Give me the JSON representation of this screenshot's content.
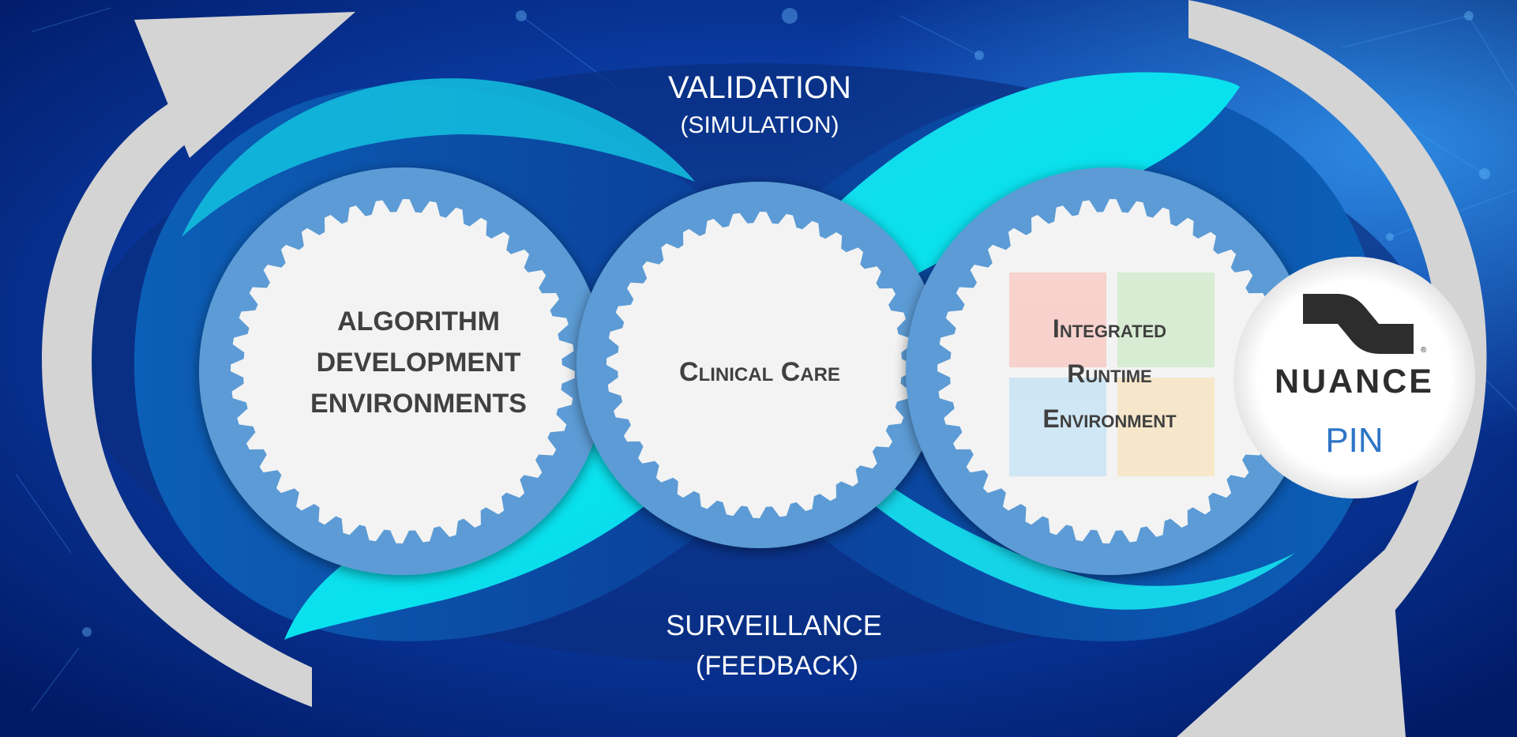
{
  "diagram": {
    "top_label": {
      "line1": "VALIDATION",
      "line2": "(SIMULATION)"
    },
    "bottom_label": {
      "line1": "SURVEILLANCE",
      "line2": "(FEEDBACK)"
    },
    "gears": [
      {
        "id": "algorithm-development",
        "lines": [
          "ALGORITHM",
          "DEVELOPMENT",
          "ENVIRONMENTS"
        ]
      },
      {
        "id": "clinical-care",
        "lines": [
          "Clinical Care"
        ]
      },
      {
        "id": "integrated-runtime",
        "lines": [
          "Integrated",
          "Runtime",
          "Environment"
        ]
      }
    ],
    "badge": {
      "logo_text": "NUANCE",
      "registered_mark": "®",
      "label": "PIN"
    },
    "arrows": {
      "left": "clockwise-up",
      "right": "clockwise-down"
    },
    "icons": [
      "windows-logo-icon",
      "nuance-logo-icon",
      "cycle-arrow-icon"
    ]
  },
  "colors": {
    "background": "#021f78",
    "background_glow": "#1563d8",
    "infinity_dark": "#0d4ea6",
    "infinity_light": "#08dde8",
    "gear_ring": "#5b9bd5",
    "gear_face": "#f3f3f3",
    "gear_text": "#404040",
    "label_text": "#ffffff",
    "arrow": "#d4d4d4",
    "badge_text": "#2d2d2d",
    "pin_text": "#2e75c6",
    "windows_red": "#f8d0ca",
    "windows_green": "#d6ecd2",
    "windows_blue": "#cde6f5",
    "windows_yellow": "#f7e7c8"
  }
}
